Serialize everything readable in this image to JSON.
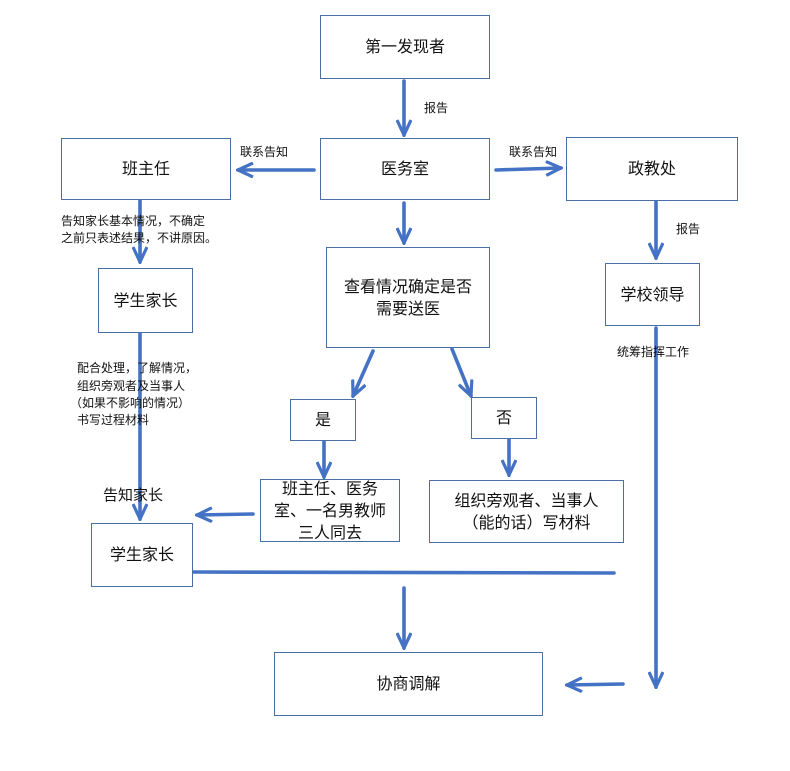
{
  "diagram": {
    "nodes": {
      "first_finder": "第一发现者",
      "clinic": "医务室",
      "head_teacher": "班主任",
      "politics_office": "政教处",
      "parent_top": "学生家长",
      "assess": "查看情况确定是否需要送医",
      "school_leader": "学校领导",
      "yes": "是",
      "no": "否",
      "escort": "班主任、医务室、一名男教师三人同去",
      "witness_write": "组织旁观者、当事人（能的话）写材料",
      "parent_bottom": "学生家长",
      "negotiate": "协商调解"
    },
    "edge_labels": {
      "report_1": "报告",
      "contact_left": "联系告知",
      "contact_right": "联系告知",
      "inform_parent_line1": "告知家长基本情况，不确定",
      "inform_parent_line2": "之前只表述结果，不讲原因。",
      "report_2": "报告",
      "coordinate": "统筹指挥工作",
      "cooperate_line1": "配合处理，了解情况，",
      "cooperate_line2": "组织旁观者及当事人",
      "cooperate_line3": "（如果不影响的情况）",
      "cooperate_line4": "书写过程材料",
      "inform_parent_2": "告知家长"
    },
    "colors": {
      "arrow": "#4472c4",
      "box_border": "#4a6fa5"
    }
  }
}
